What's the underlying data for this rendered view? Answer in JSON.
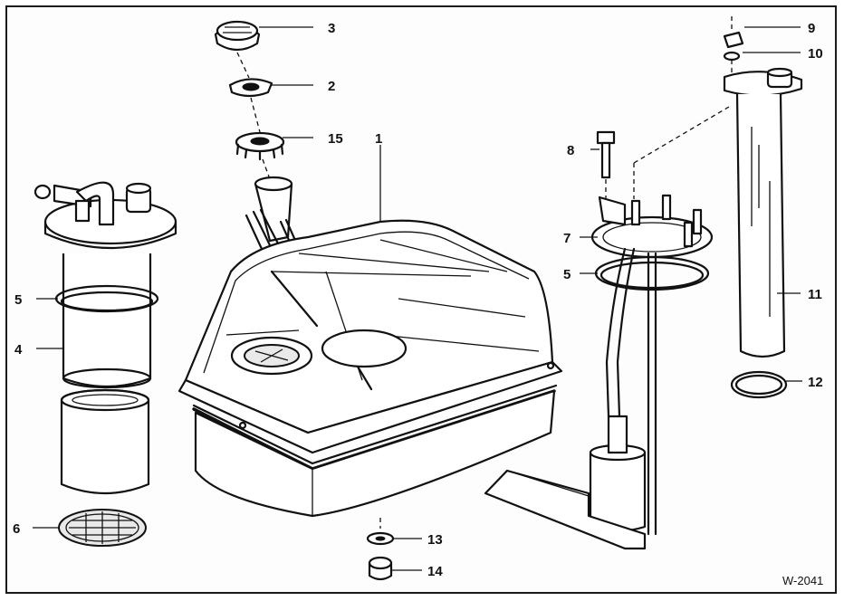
{
  "figure_code": "W-2041",
  "callouts": {
    "c1": "1",
    "c2": "2",
    "c3": "3",
    "c4": "4",
    "c5_left": "5",
    "c5_right": "5",
    "c6": "6",
    "c7": "7",
    "c8": "8",
    "c9": "9",
    "c10": "10",
    "c11": "11",
    "c12": "12",
    "c13": "13",
    "c14": "14",
    "c15": "15"
  }
}
